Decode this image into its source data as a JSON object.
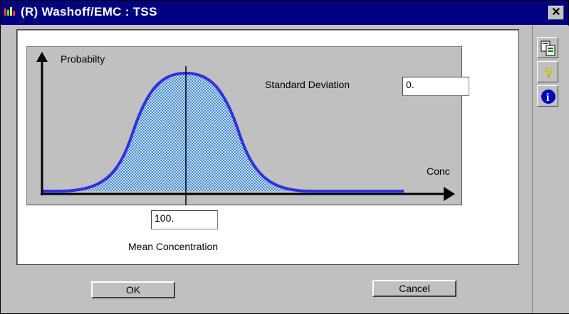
{
  "window": {
    "title": "(R) Washoff/EMC : TSS",
    "close_glyph": "✕"
  },
  "chart": {
    "y_axis_label": "Probabilty",
    "x_axis_label": "Conc",
    "curve_color": "#3030e0",
    "fill_color": "#6aa8e0"
  },
  "fields": {
    "std_dev_label": "Standard Deviation",
    "std_dev_value": "0.",
    "mean_value": "100.",
    "mean_label": "Mean Concentration"
  },
  "buttons": {
    "ok_label": "OK",
    "cancel_label": "Cancel"
  },
  "toolbar": {
    "items": [
      {
        "name": "copy-icon"
      },
      {
        "name": "help-icon",
        "glyph": "?"
      },
      {
        "name": "info-icon",
        "glyph": "i"
      }
    ]
  }
}
